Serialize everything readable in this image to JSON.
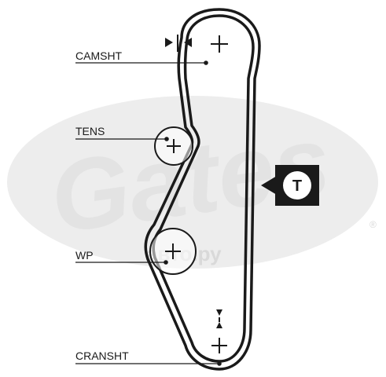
{
  "labels": {
    "camshaft": "CAMSHT",
    "tensioner": "TENS",
    "water_pump": "WP",
    "crankshaft": "CRANSHT"
  },
  "badge": {
    "letter": "T"
  },
  "watermark": {
    "logo": "Gates",
    "registered": "®",
    "shop": "авто.ру"
  },
  "colors": {
    "line": "#1a1a1a",
    "watermark_oval": "#ececec",
    "watermark_text": "#e3e3e3"
  }
}
